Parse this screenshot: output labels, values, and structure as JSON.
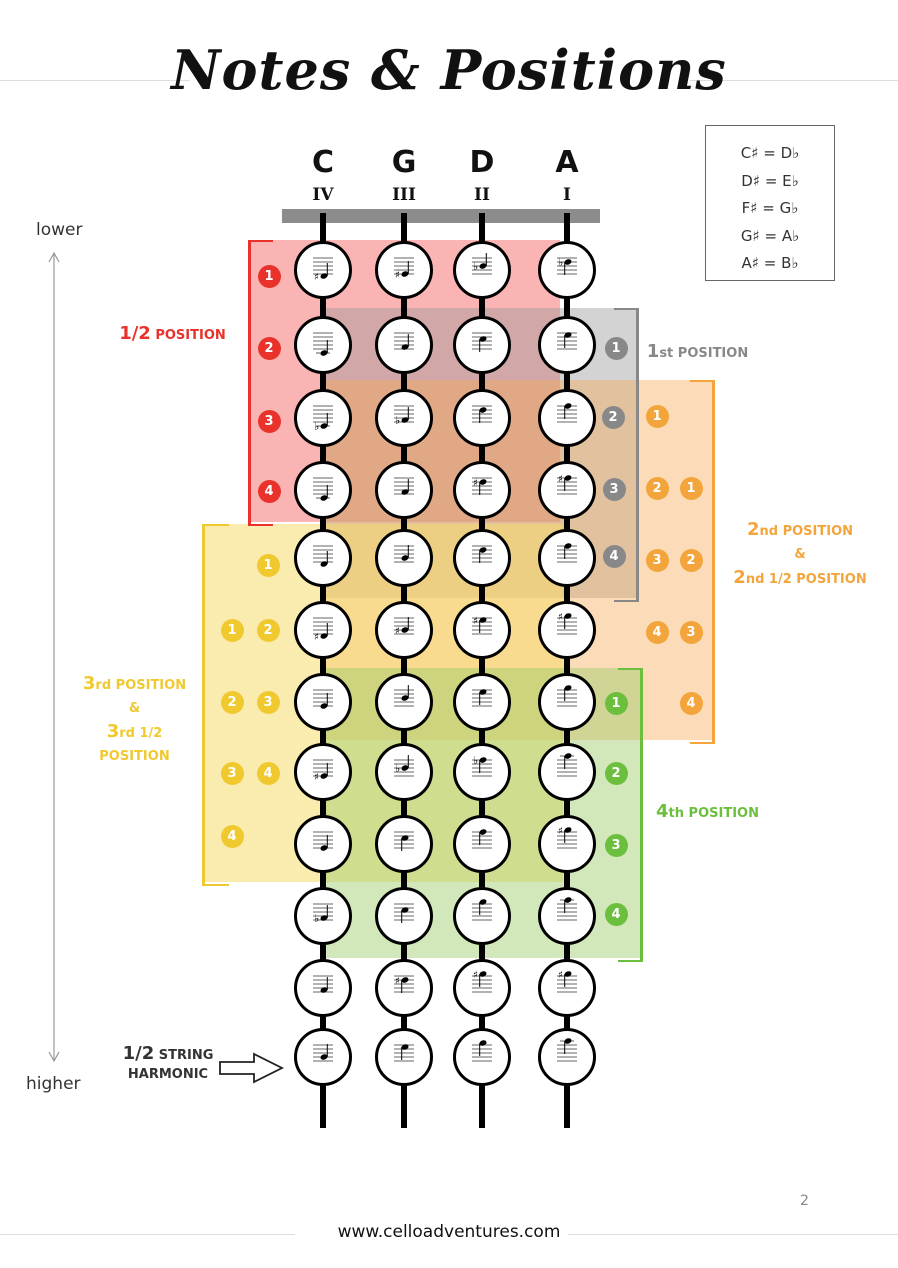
{
  "title": "Notes & Positions",
  "strings": [
    {
      "name": "C",
      "roman": "IV"
    },
    {
      "name": "G",
      "roman": "III"
    },
    {
      "name": "D",
      "roman": "II"
    },
    {
      "name": "A",
      "roman": "I"
    }
  ],
  "direction": {
    "lower": "lower",
    "higher": "higher"
  },
  "equivalents": [
    "C♯ = D♭",
    "D♯ = E♭",
    "F♯ = G♭",
    "G♯ = A♭",
    "A♯ = B♭"
  ],
  "positions": {
    "half": {
      "big": "1/2",
      "small": " POSITION",
      "color": "#e8322b"
    },
    "first": {
      "big": "1",
      "small": "st POSITION",
      "color": "#888888"
    },
    "second": {
      "big1": "2",
      "small1": "nd POSITION",
      "amp": "&",
      "big2": "2",
      "small2": "nd 1/2 POSITION",
      "color": "#f3a53c"
    },
    "third": {
      "big1": "3",
      "small1": "rd POSITION",
      "amp": "&",
      "big2": "3",
      "small2": "rd 1/2",
      "line3": "POSITION",
      "color": "#f0c92f"
    },
    "fourth": {
      "big": "4",
      "small": "th POSITION",
      "color": "#6cbf3c"
    }
  },
  "harmonic": {
    "big": "1/2",
    "small": " STRING",
    "line2": "HARMONIC"
  },
  "badges": {
    "half": [
      "1",
      "2",
      "3",
      "4"
    ],
    "first": [
      "1",
      "2",
      "3",
      "4"
    ],
    "second": [
      "1",
      "2",
      "1",
      "3",
      "2",
      "4",
      "3",
      "4"
    ],
    "third": [
      "1",
      "1",
      "2",
      "2",
      "3",
      "3",
      "4",
      "4"
    ],
    "fourth": [
      "1",
      "2",
      "3",
      "4"
    ]
  },
  "footer": "www.celloadventures.com",
  "page_number": "2"
}
